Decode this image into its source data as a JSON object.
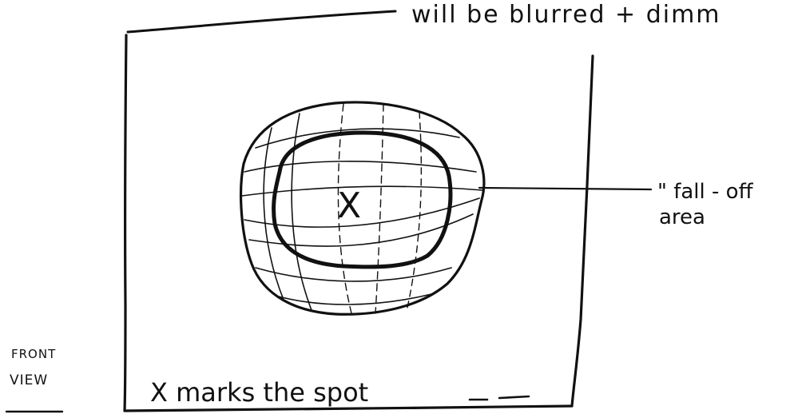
{
  "annotations": {
    "top_note": "will be blurred + dimm",
    "falloff_line1": "\" fall - off",
    "falloff_line2": "area",
    "center_mark": "X",
    "bottom_caption": "X marks the spot",
    "view_line1": "FRONT",
    "view_line2": "VIEW"
  },
  "colors": {
    "ink": "#111111",
    "paper": "#ffffff"
  }
}
